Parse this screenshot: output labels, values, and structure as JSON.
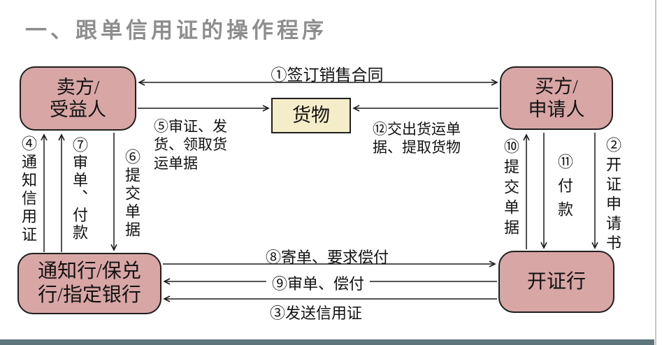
{
  "title": "一、跟单信用证的操作程序",
  "boxes": {
    "seller": {
      "line1": "卖方/",
      "line2": "受益人"
    },
    "buyer": {
      "line1": "买方/",
      "line2": "申请人"
    },
    "goods": {
      "label": "货物"
    },
    "advising_bank": {
      "line1": "通知行/保兑",
      "line2": "行/指定银行"
    },
    "issuing_bank": {
      "label": "开证行"
    }
  },
  "edge_labels": {
    "step1": "①签订销售合同",
    "step2": "②开证申请书",
    "step3": "③发送信用证",
    "step4": "④通知信用证",
    "step5": "⑤审证、发货、领取货运单据",
    "step6": "⑥提交单据",
    "step7": "⑦审单、付款",
    "step8": "⑧寄单、要求偿付",
    "step9": "⑨审单、偿付",
    "step10": "⑩提交单据",
    "step11": "⑪付款",
    "step12": "⑫交出货运单据、提取货物"
  },
  "colors": {
    "node_fill": "#d9a6a6",
    "node_border": "#1f1f1f",
    "goods_fill": "#f5ecca",
    "title_gray": "#8e8e8e",
    "footer_bar": "#5d757b",
    "slide_border": "#c6c6c6",
    "arrow": "#1a1a1a"
  }
}
